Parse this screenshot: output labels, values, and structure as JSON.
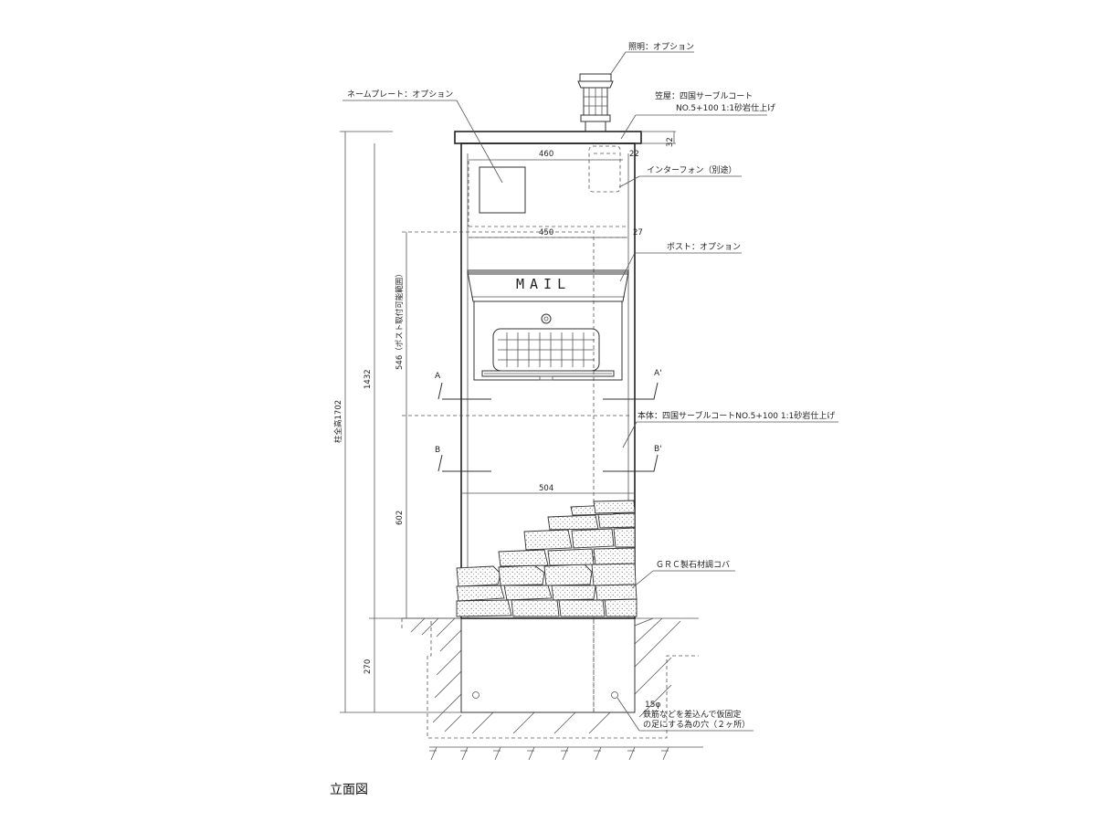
{
  "labels": {
    "lighting": "照明：オプション",
    "cap": "笠屋：四国サーブルコート",
    "cap_spec": "NO.5+100 1:1砂岩仕上げ",
    "nameplate": "ネームプレート：オプション",
    "intercom": "インターフォン（別途）",
    "post": "ポスト：オプション",
    "body": "本体：四国サーブルコートNO.5+100 1:1砂岩仕上げ",
    "grc": "ＧＲＣ製石材調コバ",
    "hole_size": "15φ",
    "hole_note_1": "鉄筋などを差込んで仮固定",
    "hole_note_2": "の足にする為の穴（２ヶ所）",
    "mail": "MAIL",
    "section_a": "A",
    "section_a2": "A'",
    "section_b": "B",
    "section_b2": "B'"
  },
  "dimensions": {
    "cap_thickness": "32",
    "width_460": "460",
    "gap_22": "22",
    "width_450": "450",
    "gap_27": "27",
    "width_504": "504",
    "total_height": "柱全高1702",
    "height_1432": "1432",
    "post_range": "546（ポスト取付可能範囲）",
    "height_602": "602",
    "height_270": "270"
  },
  "caption": "立面図",
  "colors": {
    "line": "#333333",
    "background": "#ffffff"
  }
}
